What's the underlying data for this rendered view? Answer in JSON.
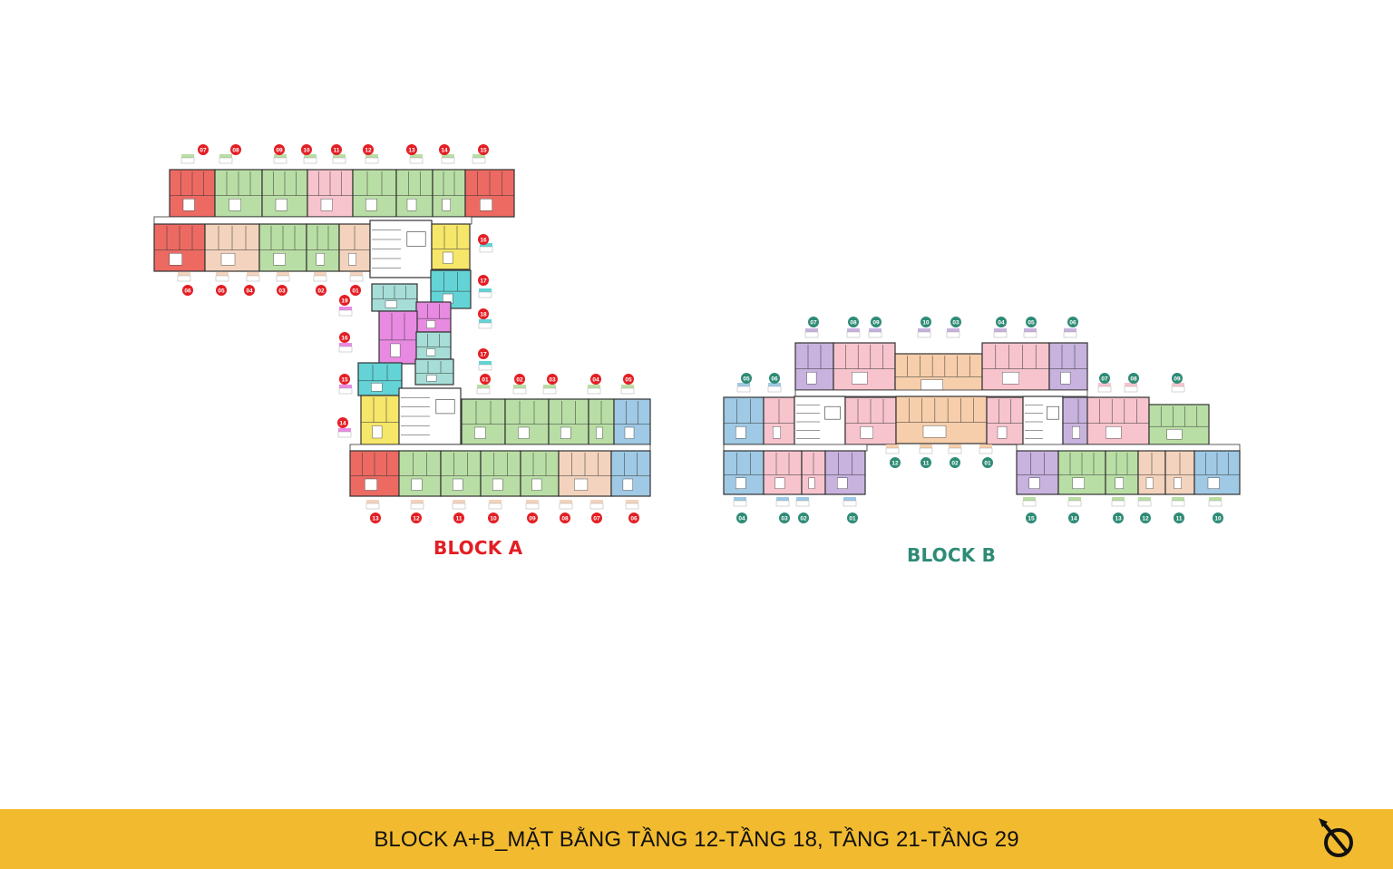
{
  "colors": {
    "red": "#ec6a62",
    "green": "#b9dea5",
    "peach": "#f3d3bd",
    "pink": "#f7c4cd",
    "yellow": "#f6e66a",
    "cyan": "#63d3d6",
    "magenta": "#e88ae2",
    "teal": "#a6ddd6",
    "blue": "#9fc9e4",
    "purple": "#c8b2de",
    "orange": "#f7ceab",
    "wall": "#333333",
    "block_a_marker": "#e31e24",
    "block_b_marker": "#2e8b76",
    "footer": "#f2bb2f"
  },
  "block_a": {
    "label": "BLOCK A",
    "top_row_numbers": [
      "07",
      "08",
      "09",
      "10",
      "11",
      "12",
      "13",
      "14",
      "15"
    ],
    "mid_row_numbers": [
      "06",
      "05",
      "04",
      "03",
      "02",
      "01"
    ],
    "side_numbers_left": [
      "19",
      "16",
      "15",
      "14"
    ],
    "side_numbers_right": [
      "16",
      "17",
      "18",
      "17",
      "01",
      "02",
      "03",
      "04",
      "05"
    ],
    "bottom_row_numbers": [
      "13",
      "12",
      "11",
      "10",
      "09",
      "08",
      "07",
      "06"
    ]
  },
  "block_b": {
    "label": "BLOCK B",
    "top_row_numbers": [
      "07",
      "08",
      "09",
      "10",
      "03",
      "04",
      "05",
      "06"
    ],
    "left_numbers": [
      "05",
      "06"
    ],
    "right_numbers": [
      "07",
      "08",
      "09"
    ],
    "mid_row_numbers": [
      "12",
      "11",
      "02",
      "01"
    ],
    "bottom_left_numbers": [
      "04",
      "03",
      "02",
      "01"
    ],
    "bottom_right_numbers": [
      "15",
      "14",
      "13",
      "12",
      "11",
      "10"
    ]
  },
  "footer": {
    "title": "BLOCK A+B_MẶT BẰNG TẦNG 12-TẦNG 18, TẦNG 21-TẦNG 29"
  },
  "compass": {
    "icon": "north-arrow-icon"
  }
}
